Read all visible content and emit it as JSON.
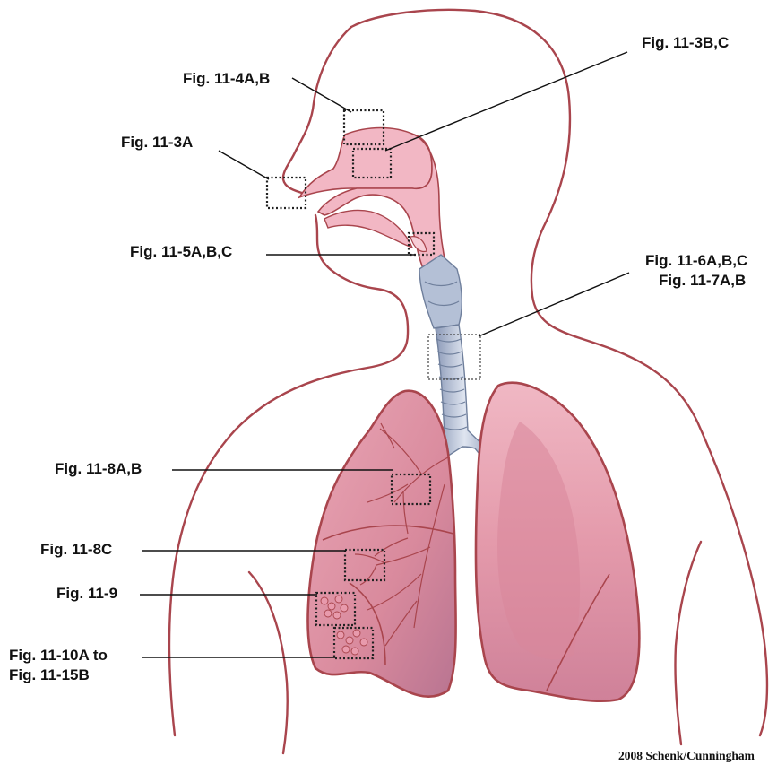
{
  "labels": {
    "fig_11_4ab": "Fig. 11-4A,B",
    "fig_11_3bc": "Fig. 11-3B,C",
    "fig_11_3a": "Fig. 11-3A",
    "fig_11_5abc": "Fig. 11-5A,B,C",
    "fig_11_6abc": "Fig. 11-6A,B,C",
    "fig_11_7ab": "Fig. 11-7A,B",
    "fig_11_8ab": "Fig. 11-8A,B",
    "fig_11_8c": "Fig. 11-8C",
    "fig_11_9": "Fig. 11-9",
    "fig_11_10a_line1": "Fig. 11-10A to",
    "fig_11_10a_line2": "Fig. 11-15B"
  },
  "credit": "2008 Schenk/Cunningham",
  "colors": {
    "outline": "#a9454d",
    "airway_fill": "#f2b7c4",
    "lung_fill": "#dd8f9f",
    "lung_dark": "#c27086",
    "trachea_fill": "#b4c0d6",
    "trachea_edge": "#6f7f9c",
    "leader_line": "#111111",
    "text": "#111111"
  }
}
